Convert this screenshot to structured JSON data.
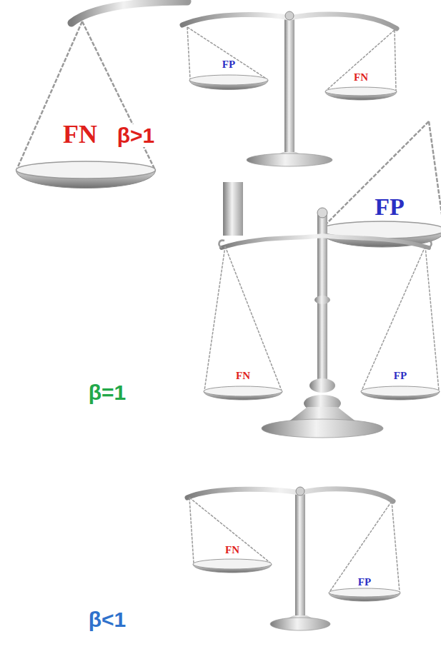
{
  "diagram": {
    "labels": [
      "FN",
      "β>1",
      "FP",
      "FN",
      "FP",
      "FN",
      "FP",
      "β=1",
      "FN",
      "FP",
      "β<1"
    ]
  }
}
